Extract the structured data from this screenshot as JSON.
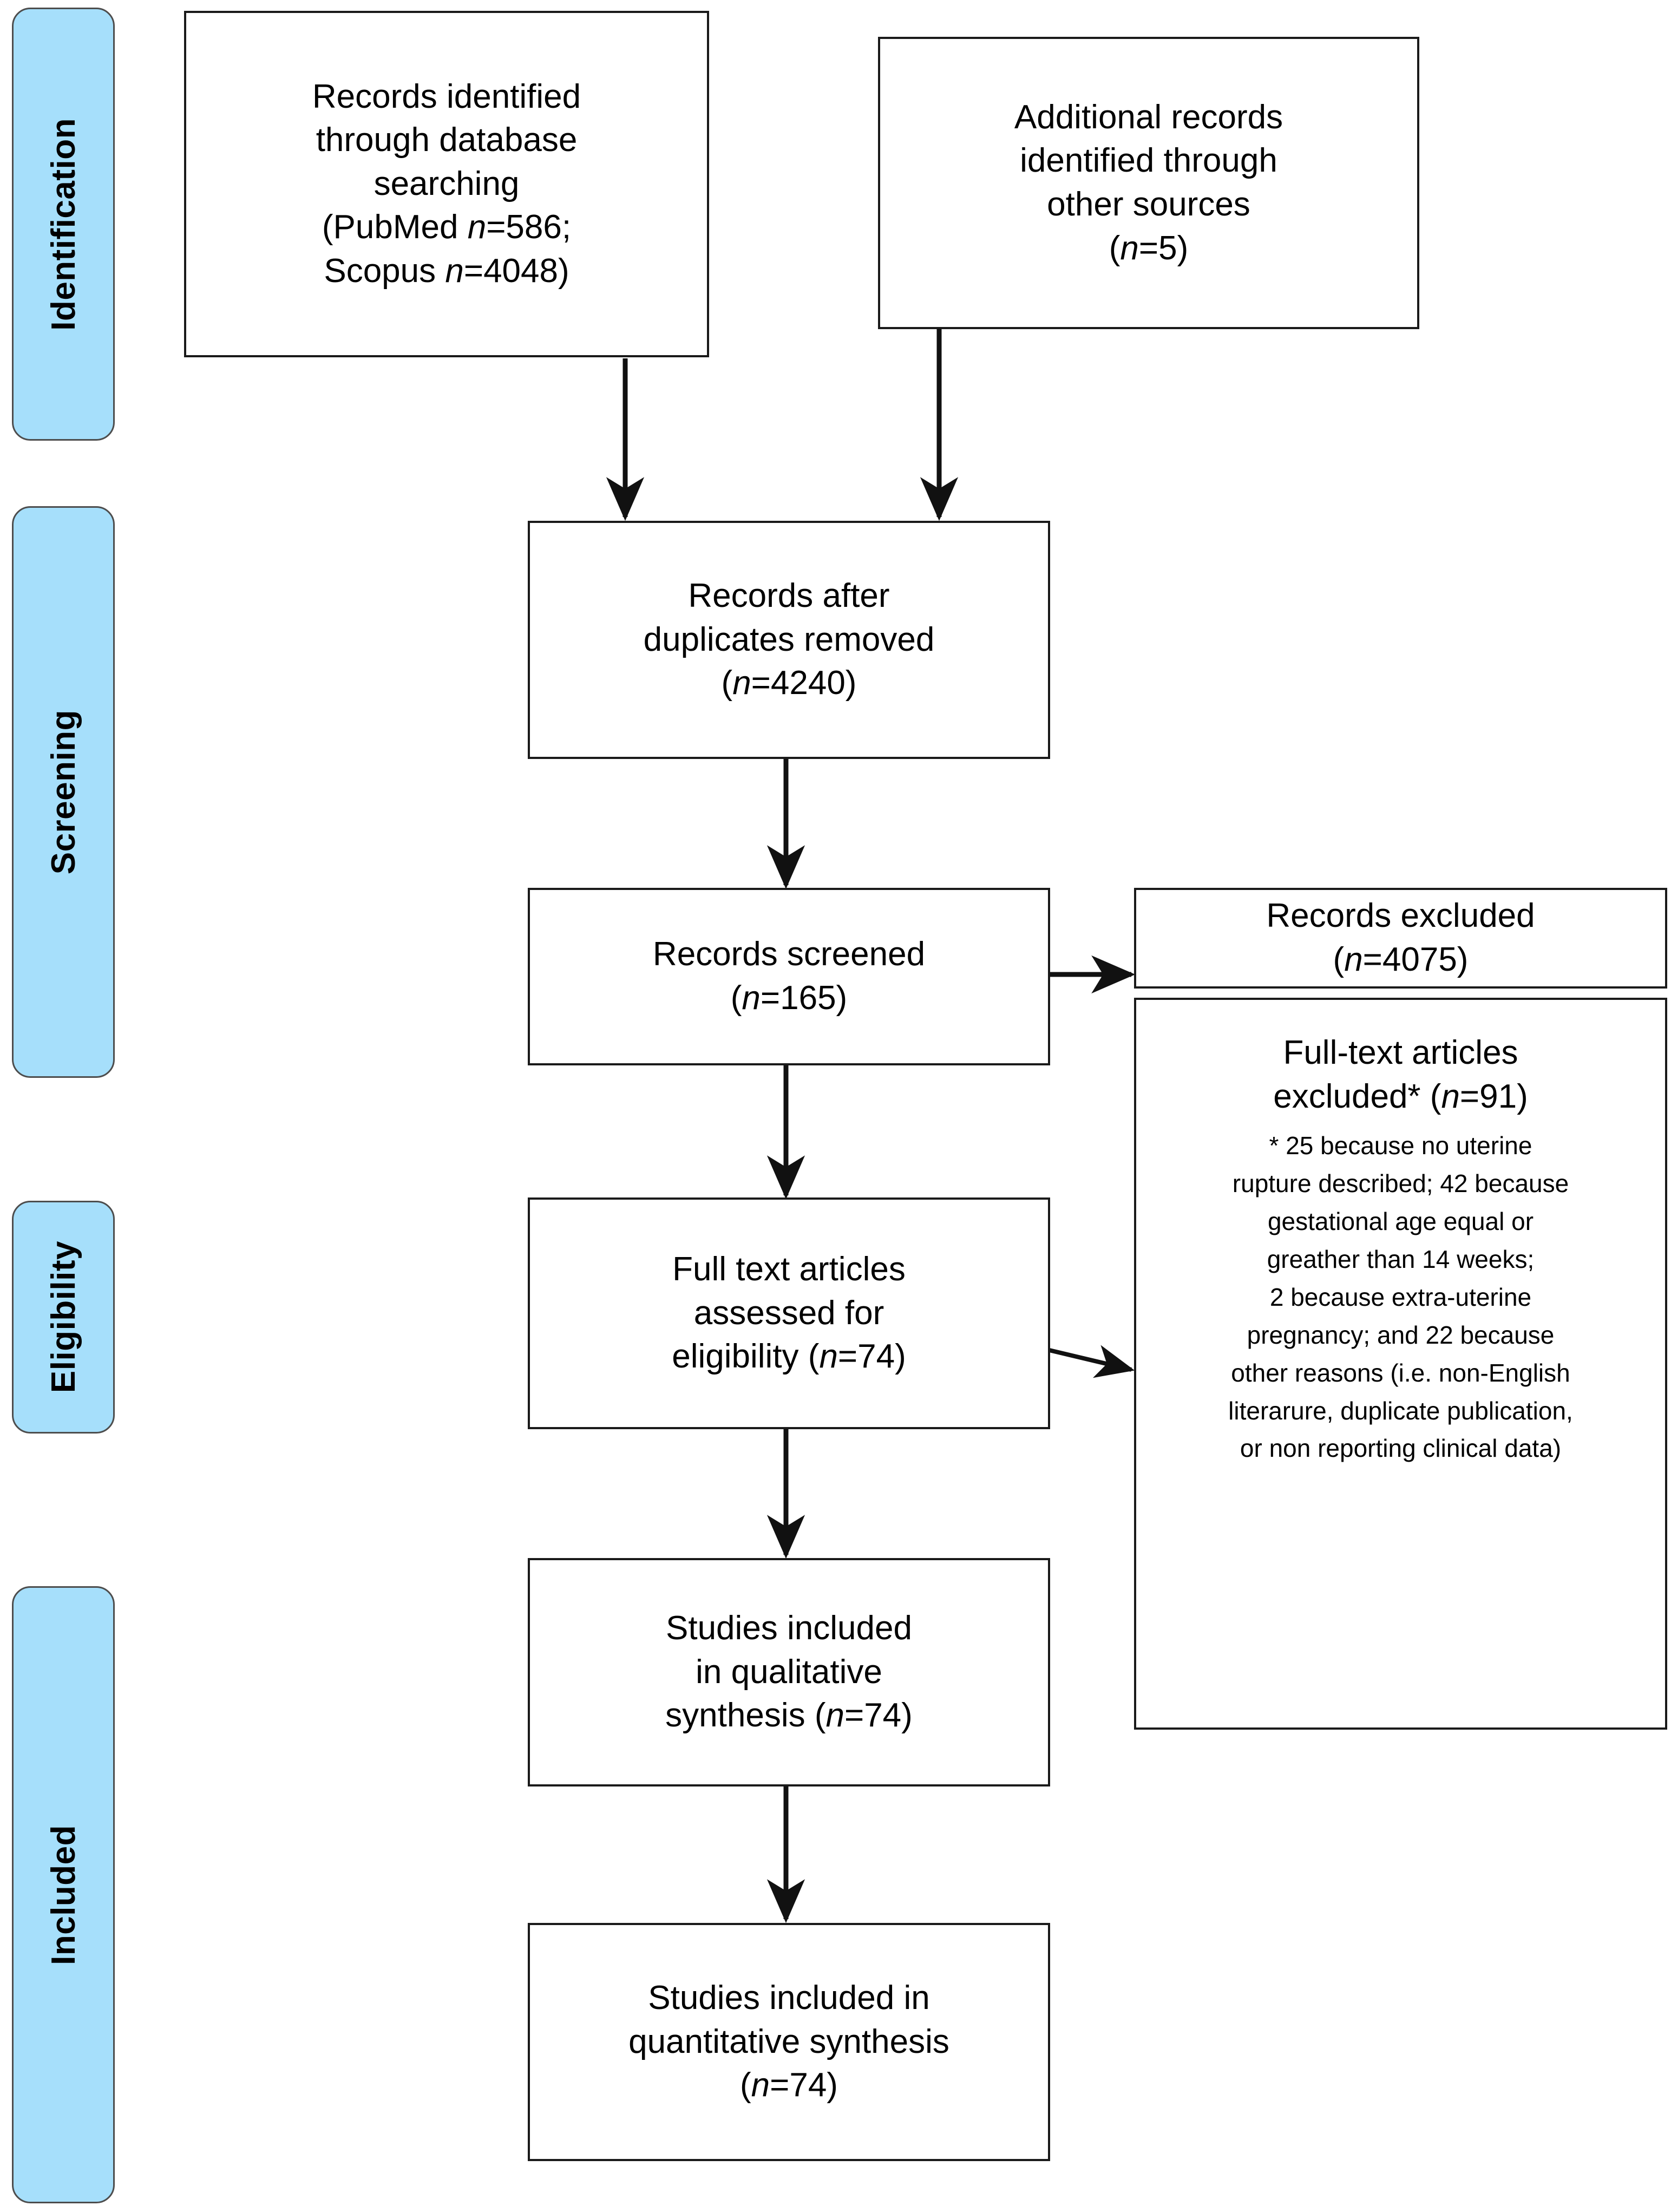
{
  "diagram": {
    "type": "prisma-flow-diagram",
    "stages": [
      {
        "id": "identification",
        "label": "Identification"
      },
      {
        "id": "screening",
        "label": "Screening"
      },
      {
        "id": "eligibility",
        "label": "Eligibility"
      },
      {
        "id": "included",
        "label": "Included"
      }
    ],
    "boxes": {
      "db_search": {
        "lines": [
          "Records identified",
          "through database",
          "searching",
          "(PubMed <em class=\"n\">n</em>=586;",
          "Scopus <em class=\"n\">n</em>=4048)"
        ],
        "counts": {
          "PubMed": 586,
          "Scopus": 4048
        }
      },
      "other_sources": {
        "lines": [
          "Additional records",
          "identified through",
          "other sources",
          "(<em class=\"n\">n</em>=5)"
        ],
        "counts": {
          "n": 5
        }
      },
      "after_duplicates": {
        "lines": [
          "Records after",
          "duplicates removed",
          "(<em class=\"n\">n</em>=4240)"
        ],
        "counts": {
          "n": 4240
        }
      },
      "records_screened": {
        "lines": [
          "Records screened",
          "(<em class=\"n\">n</em>=165)"
        ],
        "counts": {
          "n": 165
        }
      },
      "records_excluded": {
        "lines": [
          "Records excluded",
          "(<em class=\"n\">n</em>=4075)"
        ],
        "counts": {
          "n": 4075
        }
      },
      "fulltext_assessed": {
        "lines": [
          "Full text articles",
          "assessed for",
          "eligibility (<em class=\"n\">n</em>=74)"
        ],
        "counts": {
          "n": 74
        }
      },
      "fulltext_excluded": {
        "lines": [
          "Full-text articles",
          "excluded* (<em class=\"n\">n</em>=91)"
        ],
        "counts": {
          "n": 91
        },
        "reason_lines": [
          "* 25 because no uterine",
          "rupture described; 42 because",
          "gestational age equal or",
          "greather than 14 weeks;",
          "2 because extra-uterine",
          "pregnancy; and 22 because",
          "other reasons (i.e. non-English",
          "literarure, duplicate publication,",
          "or non reporting clinical data)"
        ],
        "reasons": [
          {
            "count": 25,
            "reason": "no uterine rupture described"
          },
          {
            "count": 42,
            "reason": "gestational age equal or greather than 14 weeks"
          },
          {
            "count": 2,
            "reason": "extra-uterine pregnancy"
          },
          {
            "count": 22,
            "reason": "other reasons (i.e. non-English literarure, duplicate publication, or non reporting clinical data)"
          }
        ]
      },
      "qualitative": {
        "lines": [
          "Studies included",
          "in qualitative",
          "synthesis (<em class=\"n\">n</em>=74)"
        ],
        "counts": {
          "n": 74
        }
      },
      "quantitative": {
        "lines": [
          "Studies included in",
          "quantitative synthesis",
          "(<em class=\"n\">n</em>=74)"
        ],
        "counts": {
          "n": 74
        }
      }
    },
    "colors": {
      "stage_fill": "#a6dffb",
      "stage_border": "#4d4d4d",
      "box_border": "#1a1a1a",
      "text": "#000000",
      "background": "#ffffff"
    }
  }
}
